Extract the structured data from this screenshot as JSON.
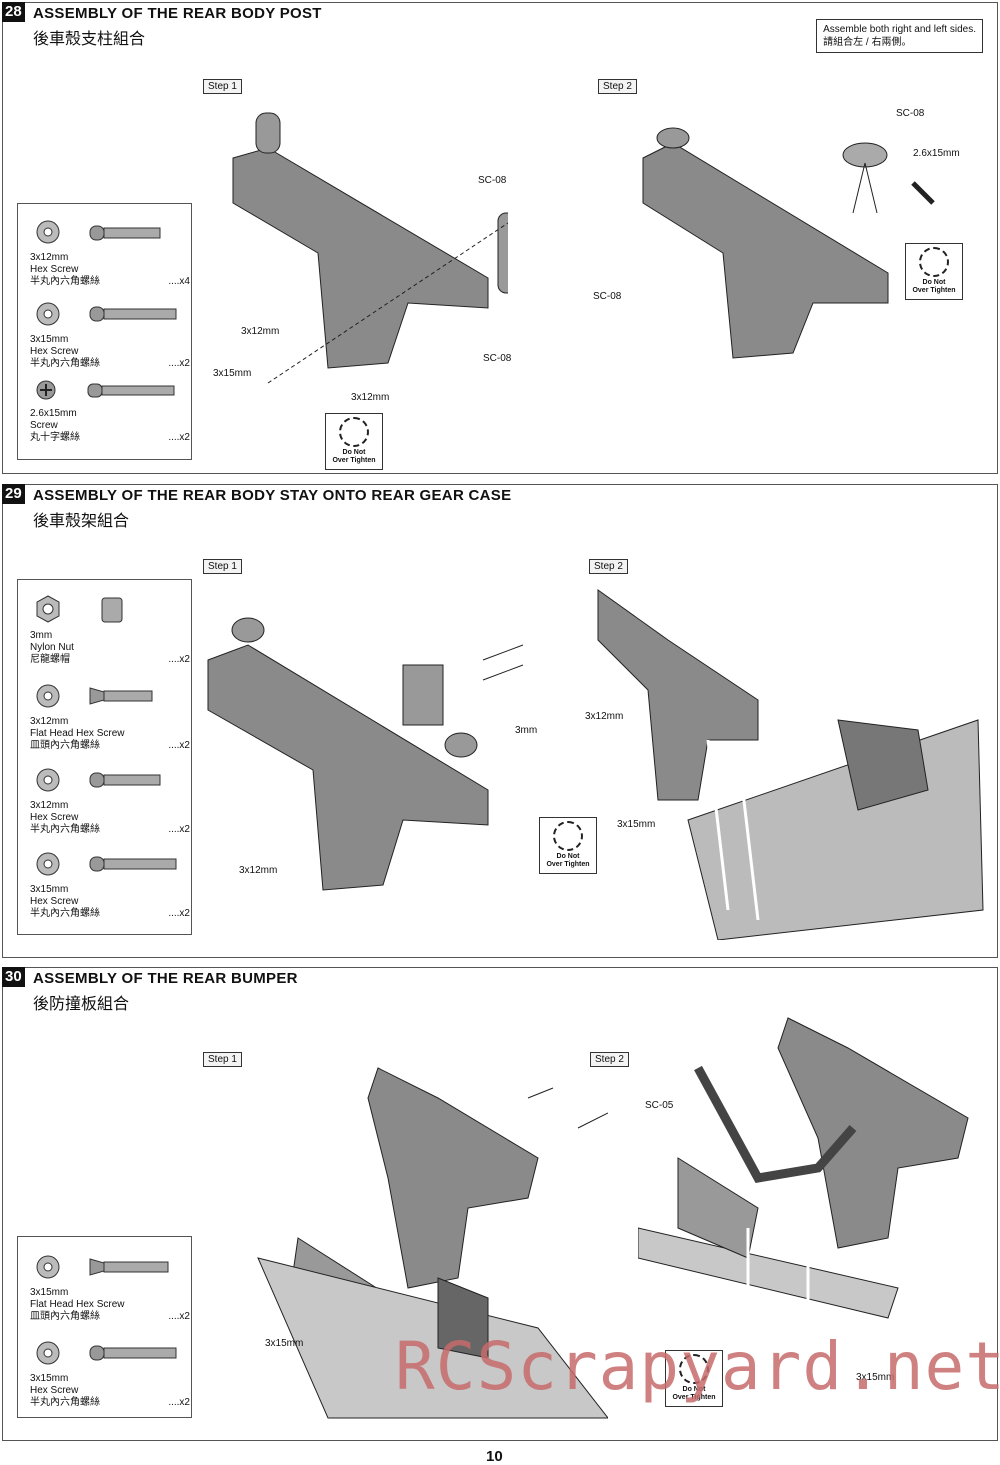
{
  "sections": [
    {
      "number": "28",
      "title": "ASSEMBLY OF THE REAR BODY POST",
      "subtitle": "後車殼支柱組合",
      "note_line1": "Assemble both right and left sides.",
      "note_line2": "請組合左 / 右兩側。",
      "steps": [
        "Step 1",
        "Step 2"
      ],
      "parts": [
        {
          "size": "3x12mm",
          "name": "Hex Screw",
          "name_zh": "半丸內六角螺絲",
          "qty": "....x4"
        },
        {
          "size": "3x15mm",
          "name": "Hex Screw",
          "name_zh": "半丸內六角螺絲",
          "qty": "....x2"
        },
        {
          "size": "2.6x15mm",
          "name": "Screw",
          "name_zh": "丸十字螺絲",
          "qty": "....x2"
        }
      ],
      "labels": {
        "sc08": "SC-08",
        "l3x12": "3x12mm",
        "l3x15": "3x15mm",
        "l26x15": "2.6x15mm"
      },
      "do_not": "Do Not",
      "over_tighten": "Over Tighten"
    },
    {
      "number": "29",
      "title": "ASSEMBLY OF THE REAR BODY STAY ONTO REAR GEAR CASE",
      "subtitle": "後車殼架組合",
      "steps": [
        "Step 1",
        "Step 2"
      ],
      "parts": [
        {
          "size": "3mm",
          "name": "Nylon Nut",
          "name_zh": "尼龍螺帽",
          "qty": "....x2"
        },
        {
          "size": "3x12mm",
          "name": "Flat Head Hex Screw",
          "name_zh": "皿頭內六角螺絲",
          "qty": "....x2"
        },
        {
          "size": "3x12mm",
          "name": "Hex Screw",
          "name_zh": "半丸內六角螺絲",
          "qty": "....x2"
        },
        {
          "size": "3x15mm",
          "name": "Hex Screw",
          "name_zh": "半丸內六角螺絲",
          "qty": "....x2"
        }
      ],
      "labels": {
        "l3mm": "3mm",
        "l3x12": "3x12mm",
        "l3x15": "3x15mm"
      },
      "do_not": "Do Not",
      "over_tighten": "Over Tighten"
    },
    {
      "number": "30",
      "title": "ASSEMBLY OF THE REAR BUMPER",
      "subtitle": "後防撞板組合",
      "steps": [
        "Step 1",
        "Step 2"
      ],
      "parts": [
        {
          "size": "3x15mm",
          "name": "Flat Head Hex Screw",
          "name_zh": "皿頭內六角螺絲",
          "qty": "....x2"
        },
        {
          "size": "3x15mm",
          "name": "Hex Screw",
          "name_zh": "半丸內六角螺絲",
          "qty": "....x2"
        }
      ],
      "labels": {
        "sc05": "SC-05",
        "l3x15": "3x15mm"
      },
      "do_not": "Do Not",
      "over_tighten": "Over Tighten"
    }
  ],
  "page_number": "10",
  "watermark": "RCScrapyard.net"
}
